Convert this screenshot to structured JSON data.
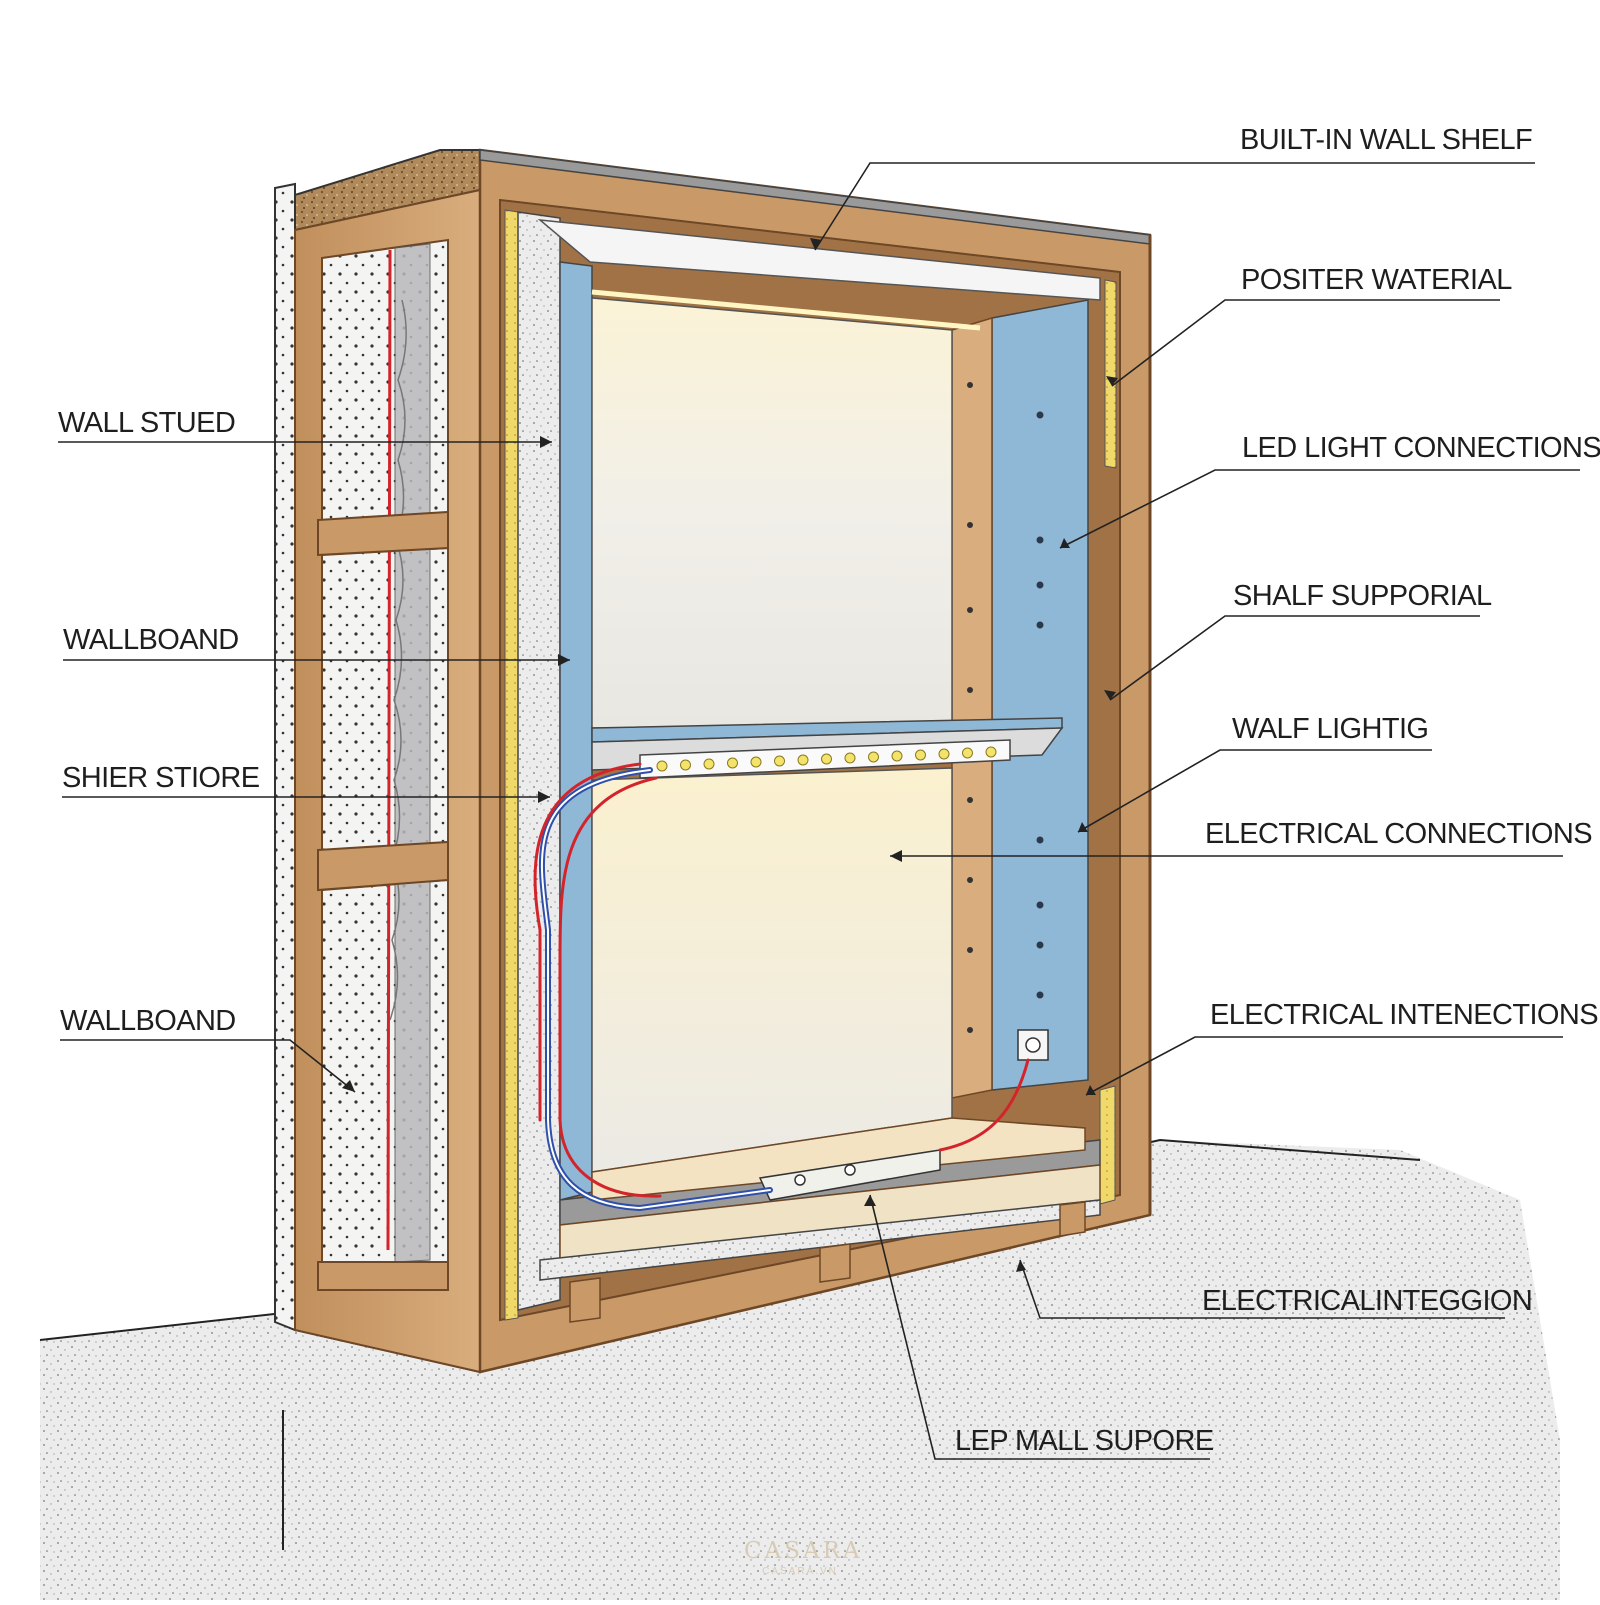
{
  "diagram": {
    "labels": {
      "built_in_wall_shelf": "BUILT-IN WALL SHELF",
      "positer_waterial": "POSITER WATERIAL",
      "led_light_connections": "LED LIGHT CONNECTIONS",
      "shalf_supporial": "SHALF SUPPORIAL",
      "walf_lightig": "WALF LIGHTIG",
      "electrical_connections": "ELECTRICAL CONNECTIONS",
      "electrical_intenections": "ELECTRICAL INTENECTIONS",
      "electricalinteggion": "ELECTRICALINTEGGION",
      "lep_mall_supore": "LEP MALL SUPORE",
      "wall_stued": "WALL STUED",
      "wallboand_upper": "WALLBOAND",
      "shier_stiore": "SHIER STIORE",
      "wallboand_lower": "WALLBOAND"
    },
    "colors": {
      "wood": "#c99a68",
      "wood_dark": "#8a5c33",
      "blue_panel": "#8fb7d6",
      "back_panel": "#f1efe8",
      "insulation": "#b9b9bd",
      "yellow_strip": "#f0d96a",
      "wire_red": "#d3242c",
      "wire_blue": "#2f4fa8"
    }
  },
  "watermark": {
    "brand": "CASARA",
    "domain": "CASARA.VN"
  }
}
